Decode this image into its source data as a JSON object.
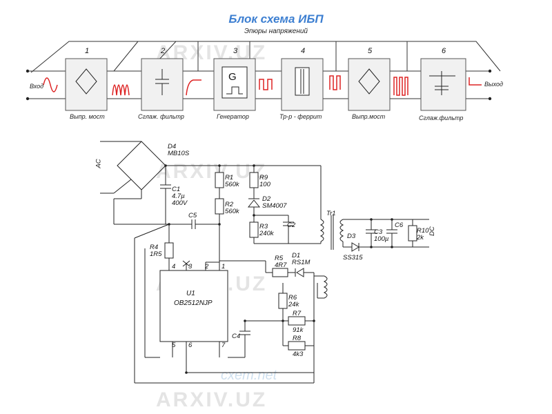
{
  "header": {
    "title": "Блок схема ИБП",
    "subtitle": "Эпюры напряжений"
  },
  "block_diagram": {
    "input_label": "Вход",
    "output_label": "Выход",
    "blocks": [
      {
        "num": "1",
        "caption": "Выпр. мост"
      },
      {
        "num": "2",
        "caption": "Сглаж. фильтр"
      },
      {
        "num": "3",
        "caption": "Генератор"
      },
      {
        "num": "4",
        "caption": "Тр-р - феррит"
      },
      {
        "num": "5",
        "caption": "Выпр.мост"
      },
      {
        "num": "6",
        "caption": "Сглаж.фильтр"
      }
    ],
    "generator_symbol": "G"
  },
  "schematic": {
    "ac_label": "AC",
    "dc_label": "DC",
    "components": {
      "d4": "D4\nMB10S",
      "c1": "C1\n4.7µ\n400V",
      "c5": "C5",
      "r1": "R1\n560k",
      "r2": "R2\n560k",
      "r9": "R9\n100",
      "d2": "D2\nSM4007",
      "r3": "R3\n240k",
      "c2": "C2",
      "tr1": "Tr1",
      "c3": "C3\n100µ",
      "c6": "C6",
      "r10": "R10\n2k",
      "d3": "D3",
      "ss315": "SS315",
      "r4": "R4\n1R5",
      "r5": "R5\n4R7",
      "d1": "D1\nRS1M",
      "r6": "R6\n24k",
      "r7": "R7",
      "r7v": "91k",
      "r8": "R8",
      "r8v": "4k3",
      "c4": "C4"
    },
    "ic": {
      "name": "U1",
      "part": "OB2512NJP"
    },
    "pins": {
      "p1": "1",
      "p2": "2",
      "p3": "3",
      "p4": "4",
      "p5": "5",
      "p6": "6",
      "p7": "7"
    }
  },
  "watermarks": {
    "arxiv": "ARXIV.UZ",
    "cxem": "cxem.net"
  }
}
